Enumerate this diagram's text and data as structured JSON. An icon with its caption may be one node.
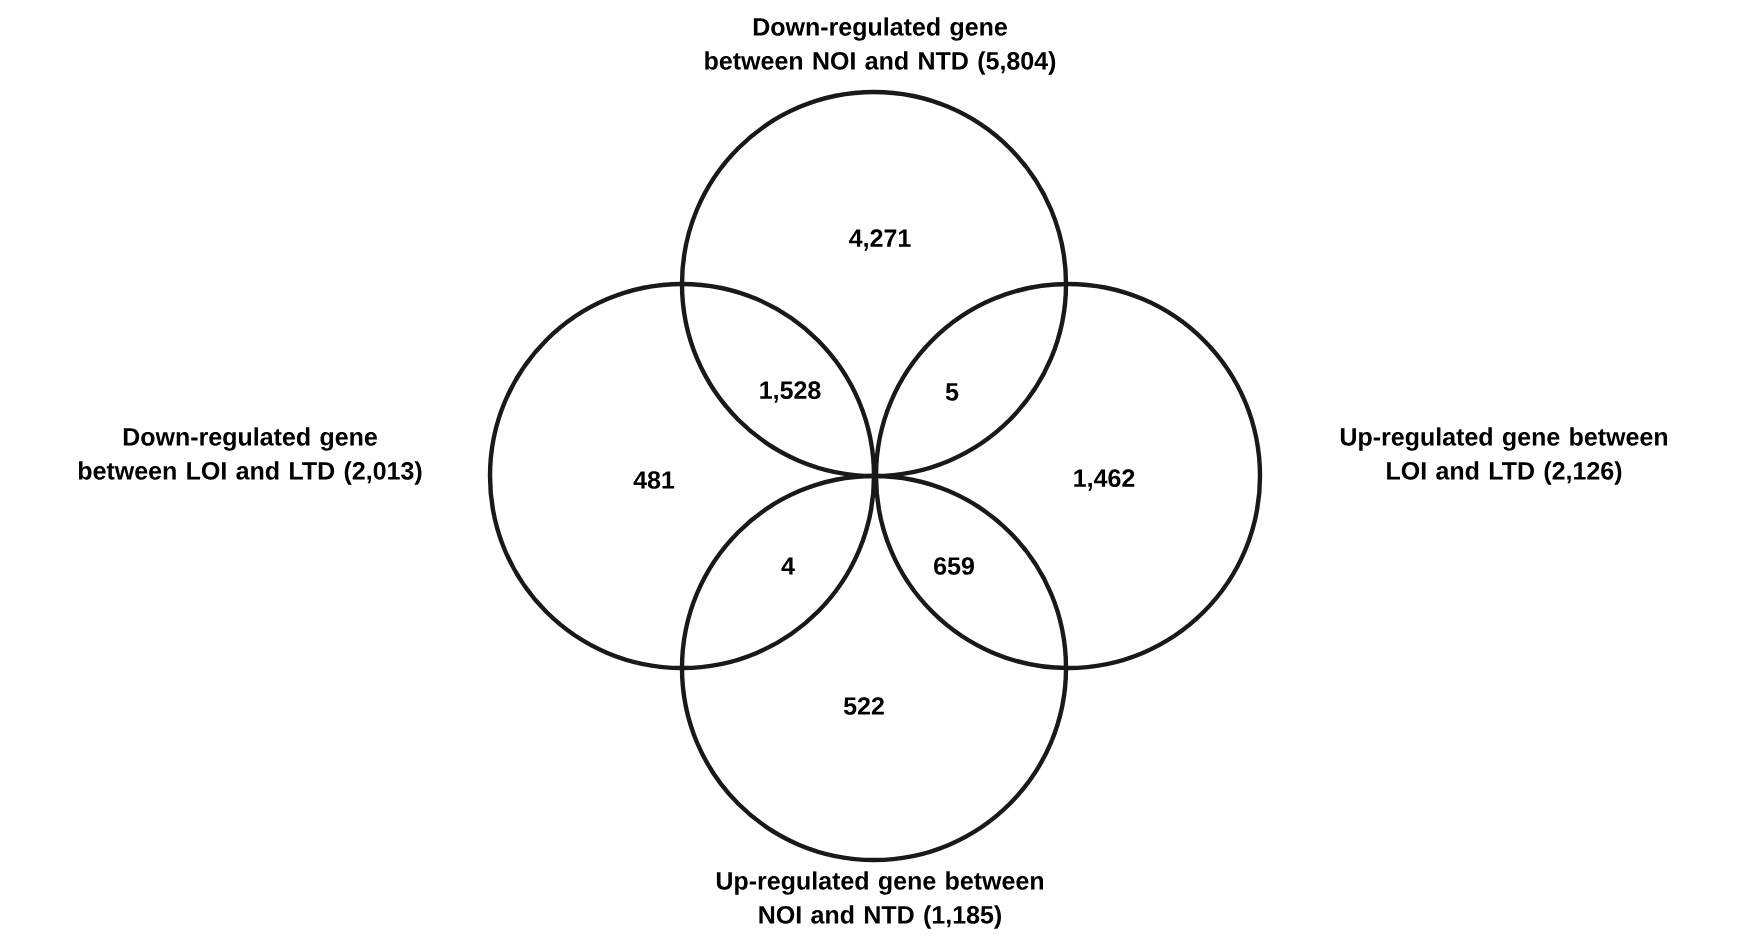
{
  "diagram": {
    "nodes": [
      {
        "text": [
          "Down-regulated gene between NOI and NTD (5,804)"
        ]
      },
      {
        "text": [
          "Down-regulated gene between LOI and LTD (2,013)"
        ]
      },
      {
        "text": [
          "Up-regulated gene between LOI and LTD (2,126)"
        ]
      },
      {
        "text": [
          "Up-regulated gene between NOI and NTD (1,185)"
        ]
      }
    ],
    "labels": [
      "4,271",
      "1,528",
      "5",
      "481",
      "1,462",
      "4",
      "659",
      "522"
    ]
  }
}
